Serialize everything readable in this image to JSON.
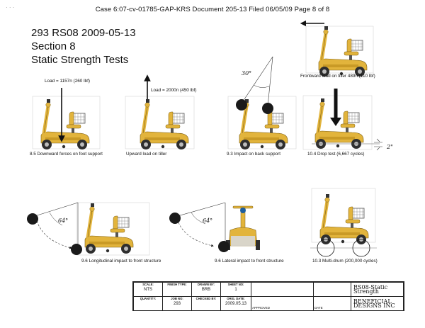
{
  "header": {
    "text": "Case 6:07-cv-01785-GAP-KRS   Document 205-13   Filed 06/05/09   Page 8 of 8"
  },
  "title": {
    "line1": "293 RS08 2009-05-13",
    "line2": "Section 8",
    "line3": "Static Strength Tests"
  },
  "notes": {
    "load_foot": "Load = 1157n (260 lbf)",
    "load_tiller": "Load = 2000n (450 lbf)",
    "frontward_load": "Frontward load on tiller 489n (110 lbf)",
    "angle_30": "30°",
    "angle_64a": "64°",
    "angle_64b": "64°",
    "drop_height": "2\""
  },
  "captions": {
    "c85": "8.5  Downward forces on foot support",
    "cupward": "Upward load on tiller",
    "c93": "9.3 Impact on back support",
    "c104": "10.4 Drop test (6,667 cycles)",
    "c96l": "9.6 Longitudinal impact to front structure",
    "c96lat": "9.6 Lateral impact to front structure",
    "c103": "10.3 Multi-drum (200,000 cycles)"
  },
  "title_block": {
    "scale_label": "SCALE:",
    "scale": "NTS",
    "finish_label": "FINISH TYPE:",
    "finish": "",
    "drawn_label": "DRAWN BY:",
    "drawn": "BRB",
    "sheet_label": "SHEET NO:",
    "sheet": "1",
    "quantity_label": "QUANTITY:",
    "quantity": "",
    "job_label": "JOB NO:",
    "job": "293",
    "checked_label": "CHECKED BY:",
    "checked": "",
    "date_label": "ORIG. DATE:",
    "date": "2009.05.13",
    "approved_label": "APPROVED",
    "approved_date_label": "DATE",
    "drawing_title": "RS08-Static Strength",
    "company": "BENEFICIAL DESIGNS INC"
  },
  "colors": {
    "scooter_body": "#e2b43c",
    "scooter_dark": "#a07a1c",
    "wheel": "#2e2e2e",
    "ink": "#111111"
  }
}
